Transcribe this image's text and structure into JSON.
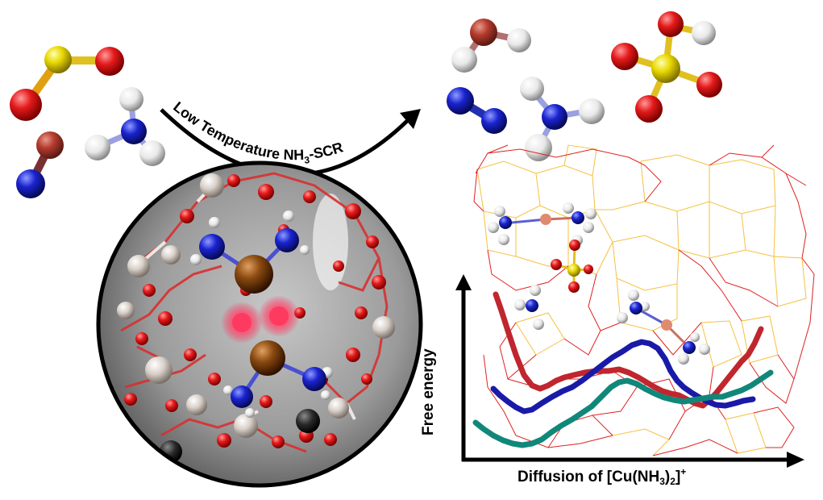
{
  "arrow_label": {
    "prefix": "Low Temperature NH",
    "subscript": "3",
    "suffix": "-SCR"
  },
  "xaxis": {
    "prefix": "Diffusion of [Cu(NH",
    "subscript": "3",
    "middle": ")",
    "subscript2": "2",
    "suffix": "]",
    "superscript": "+"
  },
  "yaxis": {
    "label": "Free energy"
  },
  "colors": {
    "curve_red": "#c0262e",
    "curve_blue": "#1a1aa8",
    "curve_teal": "#11877a",
    "oxygen": "#e01010",
    "sulfur": "#e8d800",
    "nitrogen": "#1f2fd0",
    "hydrogen": "#f0f0f0",
    "copper": "#8a4a10",
    "framework_red": "#e02020",
    "framework_yellow": "#f5c040"
  }
}
